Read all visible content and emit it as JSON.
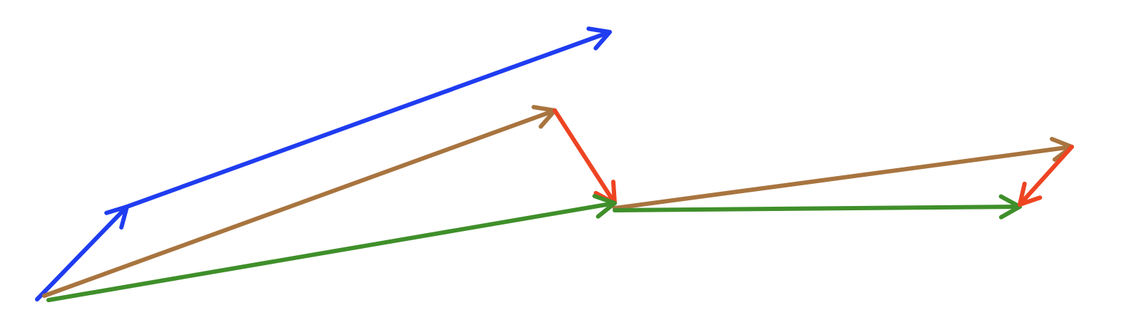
{
  "colors": {
    "blue": "#1f3cf0",
    "brown": "#a8743f",
    "red": "#ee4422",
    "green": "#3f8f2a"
  },
  "vectors": [
    {
      "name": "blue-vector-short",
      "color": "blue"
    },
    {
      "name": "blue-vector-long",
      "color": "blue"
    },
    {
      "name": "brown-vector-left",
      "color": "brown"
    },
    {
      "name": "red-vector-left",
      "color": "red"
    },
    {
      "name": "green-vector-left",
      "color": "green"
    },
    {
      "name": "brown-vector-right",
      "color": "brown"
    },
    {
      "name": "green-vector-right",
      "color": "green"
    },
    {
      "name": "red-vector-right",
      "color": "red"
    }
  ]
}
